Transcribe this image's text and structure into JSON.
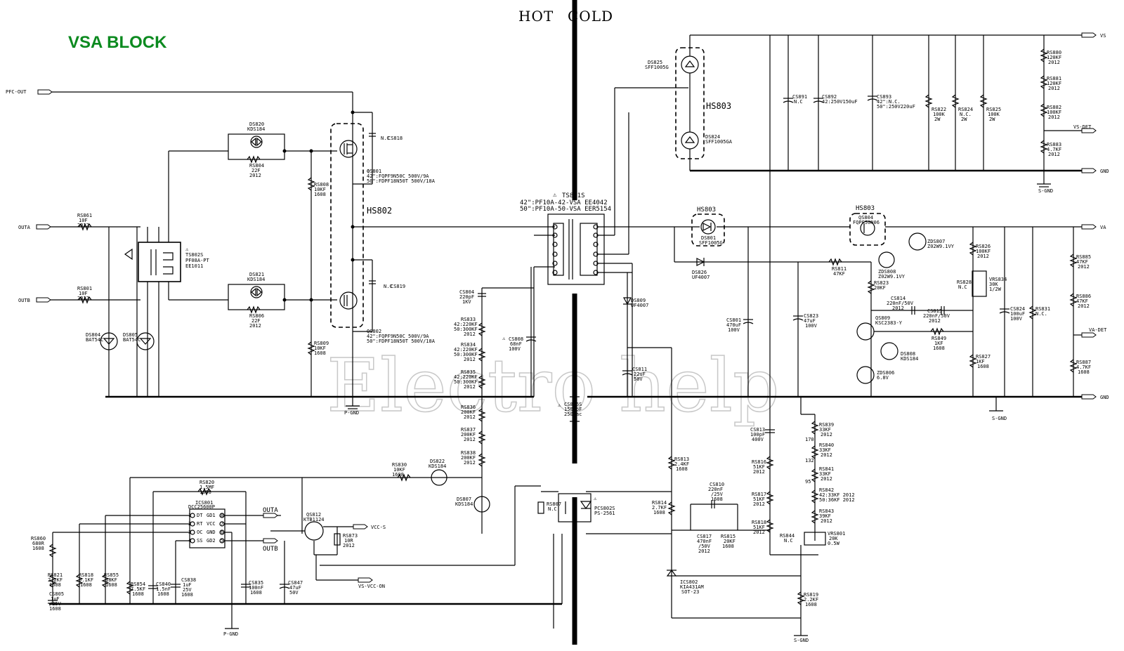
{
  "title": "VSA BLOCK",
  "header": {
    "hot": "HOT",
    "cold": "COLD"
  },
  "watermark": "Electro help",
  "ports": {
    "pfc_out": "PFC-OUT",
    "outa": "OUTA",
    "outb": "OUTB",
    "vs": "VS",
    "gnd": "GND",
    "vs_det": "VS-DET",
    "va": "VA",
    "va_det": "VA-DET",
    "vcc_s": "VCC-S",
    "vs_vcc_on": "VS-VCC-ON"
  },
  "grounds": {
    "p_gnd": "P-GND",
    "s_gnd": "S-GND"
  },
  "heatsinks": {
    "hs802": "HS802",
    "hs803": "HS803"
  },
  "transformer": {
    "ref": "TS801S",
    "line1": "42\":PF10A-42-VSA EE4042",
    "line2": "50\":PF10A-50-VSA EER5154"
  },
  "drive_transformer": {
    "ref": "TS802S",
    "part": "PF08A-PT",
    "core": "EE1011"
  },
  "mosfets": {
    "qs801": {
      "ref": "QS801",
      "line1": "42\":FQPF9N50C 500V/9A",
      "line2": "50\":FDPF18N50T 500V/18A"
    },
    "qs802": {
      "ref": "QS802",
      "line1": "42\":FQPF9N50C 500V/9A",
      "line2": "50\":FDPF18N50T 500V/18A"
    },
    "qs804": {
      "ref": "QS804",
      "part": "FQPF50N06"
    }
  },
  "components": {
    "rs861": [
      "RS861",
      "10F",
      "2012"
    ],
    "rs801": [
      "RS801",
      "10F",
      "2012"
    ],
    "ds820": [
      "DS820",
      "KDS184"
    ],
    "rs804": [
      "RS804",
      "22F",
      "2012"
    ],
    "ds821": [
      "DS821",
      "KDS184"
    ],
    "rs806": [
      "RS806",
      "22F",
      "2012"
    ],
    "rs808": [
      "RS808",
      "10KF",
      "1608"
    ],
    "rs809": [
      "RS809",
      "10KF",
      "1608"
    ],
    "cs818": [
      "CS818",
      "N.C"
    ],
    "cs819": [
      "CS819",
      "N.C"
    ],
    "ds804": [
      "DS804",
      "BAT54C"
    ],
    "ds805": [
      "DS805",
      "BAT54C"
    ],
    "ds825": [
      "DS825",
      "SFF1005G"
    ],
    "ds824": [
      "DS824",
      "SFF1005GA"
    ],
    "cs891": [
      "CS891",
      "N.C"
    ],
    "cs892": [
      "CS892",
      "42:250V150uF"
    ],
    "cs893": [
      "CS893",
      "42\":N.C.",
      "50\":250V220uF"
    ],
    "rs822": [
      "RS822",
      "100K",
      "2W"
    ],
    "rs824": [
      "RS824",
      "N.C.",
      "2W"
    ],
    "rs825": [
      "RS825",
      "100K",
      "2W"
    ],
    "rs880": [
      "RS880",
      "120KF",
      "2012"
    ],
    "rs881": [
      "RS881",
      "120KF",
      "2012"
    ],
    "rs882": [
      "RS882",
      "100KF",
      "2012"
    ],
    "rs883": [
      "RS883",
      "4.7KF",
      "2012"
    ],
    "ds801": [
      "DS801",
      "SFF1005G"
    ],
    "ds826": [
      "DS826",
      "UF4007"
    ],
    "ds809": [
      "DS809",
      "UF4007"
    ],
    "cs804": [
      "CS804",
      "220pF",
      "1KV"
    ],
    "rs833": [
      "RS833",
      "42:220KF",
      "50:300KF",
      "2012"
    ],
    "rs834": [
      "RS834",
      "42:220KF",
      "50:300KF",
      "2012"
    ],
    "rs835": [
      "RS835",
      "42:220KF",
      "50:300KF",
      "2012"
    ],
    "rs836": [
      "RS836",
      "200KF",
      "2012"
    ],
    "rs837": [
      "RS837",
      "200KF",
      "2012"
    ],
    "rs838": [
      "RS838",
      "200KF",
      "2012"
    ],
    "cs808": [
      "CS808",
      "68nF",
      "100V"
    ],
    "cs816s": [
      "CS816S",
      "1500pF",
      "250Vac"
    ],
    "cs811": [
      "CS811",
      "22uF",
      "50V"
    ],
    "cs801": [
      "CS801",
      "470uF",
      "100V"
    ],
    "cs823": [
      "CS823",
      "47uF",
      "100V"
    ],
    "rs811": [
      "RS811",
      "47KF"
    ],
    "zds807": [
      "ZDS807",
      "Z02W9.1VY"
    ],
    "zds808": [
      "ZDS808",
      "Z02W9.1VY"
    ],
    "rs826": [
      "RS826",
      "100KF",
      "2012"
    ],
    "rs823": [
      "RS823",
      "20KF"
    ],
    "rs828": [
      "RS828",
      "N.C"
    ],
    "vrs834": [
      "VRS834",
      "30K",
      "1/2W"
    ],
    "cs814": [
      "CS814",
      "220nF/50V",
      "2012"
    ],
    "cs815": [
      "CS815",
      "220nF/50V",
      "2012"
    ],
    "qs809": [
      "QS809",
      "KSC2383-Y"
    ],
    "rs849": [
      "RS849",
      "1KF",
      "1608"
    ],
    "ds808": [
      "DS808",
      "KDS184"
    ],
    "zds806": [
      "ZDS806",
      "6.8V"
    ],
    "rs827": [
      "RS827",
      "1KF",
      "1608"
    ],
    "cs824": [
      "CS824",
      "100uF",
      "100V"
    ],
    "rs831": [
      "RS831",
      "N.C."
    ],
    "rs885": [
      "RS885",
      "47KF",
      "2012"
    ],
    "rs886": [
      "RS886",
      "47KF",
      "2012"
    ],
    "rs887": [
      "RS887",
      "4.7KF",
      "1608"
    ],
    "cs813": [
      "CS813",
      "100pF",
      "400V"
    ],
    "rs816": [
      "RS816",
      "51KF",
      "2012"
    ],
    "rs817": [
      "RS817",
      "51KF",
      "2012"
    ],
    "rs818": [
      "RS818",
      "51KF",
      "2012"
    ],
    "rs813": [
      "RS813",
      "2.4KF",
      "1608"
    ],
    "rs814": [
      "RS814",
      "2.7KF",
      "1608"
    ],
    "cs810": [
      "CS810",
      "220nF",
      "/25V",
      "1608"
    ],
    "cs817": [
      "CS817",
      "470nF",
      "/50V",
      "2012"
    ],
    "rs815": [
      "RS815",
      "20KF",
      "1608"
    ],
    "ics802": [
      "ICS802",
      "KIA431AM",
      "SOT-23"
    ],
    "rs819": [
      "RS819",
      "2.2KF",
      "1608"
    ],
    "rs839": [
      "RS839",
      "33KF",
      "2012"
    ],
    "rs840": [
      "RS840",
      "33KF",
      "2012"
    ],
    "rs841": [
      "RS841",
      "33KF",
      "2012"
    ],
    "rs842": [
      "RS842",
      "42:33KF 2012",
      "50:36KF 2012"
    ],
    "rs843": [
      "RS843",
      "39KF",
      "2012"
    ],
    "rs844": [
      "RS844",
      "N.C"
    ],
    "vrs801": [
      "VRS801",
      "20K",
      "0.5W"
    ],
    "pcs802s": [
      "PCS802S",
      "PS-2561"
    ],
    "rs807": [
      "RS807",
      "N.C"
    ],
    "ds807": [
      "DS807",
      "KDS184"
    ],
    "rs830": [
      "RS830",
      "10KF",
      "1608"
    ],
    "ds822": [
      "DS822",
      "KDS184"
    ],
    "rs820": [
      "RS820",
      "1.5MF",
      "1608"
    ],
    "ics801": [
      "ICS801",
      "DCC25600P"
    ],
    "qs812": [
      "QS812",
      "KTB1124"
    ],
    "rs873": [
      "RS873",
      "10R",
      "2012"
    ],
    "rs860": [
      "RS860",
      "680R",
      "1608"
    ],
    "rs821": [
      "RS821",
      "2.2KF",
      "1608"
    ],
    "rs818b": [
      "RS818",
      "5.1KF",
      "1608"
    ],
    "rs855": [
      "RS855",
      "18KF",
      "1608"
    ],
    "rs854": [
      "RS854",
      "7.5KF",
      "1608"
    ],
    "cs840": [
      "CS840",
      "1.5nF",
      "1608"
    ],
    "cs838": [
      "CS838",
      "1uF",
      "25V",
      "1608"
    ],
    "cs835": [
      "CS835",
      "100nF",
      "1608"
    ],
    "cs847": [
      "CS847",
      "47uF",
      "50V"
    ],
    "cs805": [
      "CS805",
      "1uF",
      "/25V",
      "1608"
    ]
  },
  "ic_pins": {
    "left": [
      "1",
      "2",
      "3",
      "4"
    ],
    "left_names": [
      "DT",
      "RT",
      "OC",
      "SS"
    ],
    "right": [
      "8",
      "7",
      "6",
      "5"
    ],
    "right_names": [
      "GD1",
      "VCC",
      "GND",
      "GD2"
    ]
  },
  "divider_values": [
    "170",
    "132",
    "95"
  ]
}
